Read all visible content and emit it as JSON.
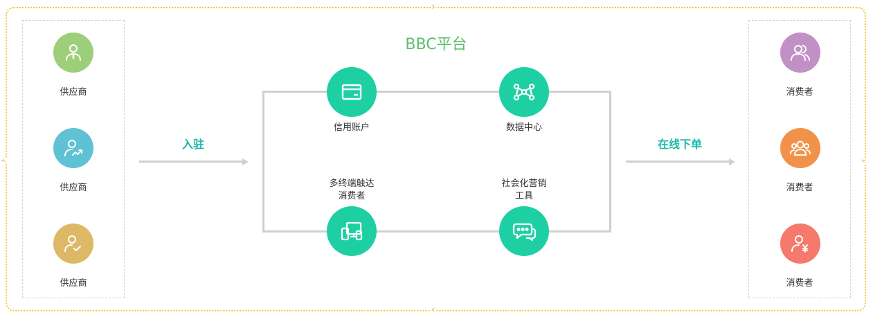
{
  "platform": {
    "title": "BBC平台"
  },
  "suppliers": [
    {
      "label": "供应商",
      "icon": "supplier-tie-icon",
      "color": "#9dcf7a"
    },
    {
      "label": "供应商",
      "icon": "supplier-chart-icon",
      "color": "#5fc2d4"
    },
    {
      "label": "供应商",
      "icon": "supplier-check-icon",
      "color": "#ddb866"
    }
  ],
  "consumers": [
    {
      "label": "消费者",
      "icon": "consumer-pair-icon",
      "color": "#c191c6"
    },
    {
      "label": "消费者",
      "icon": "consumer-group-icon",
      "color": "#f2924a"
    },
    {
      "label": "消费者",
      "icon": "consumer-yen-icon",
      "color": "#f57a6b"
    }
  ],
  "flow": {
    "enter": "入驻",
    "order": "在线下单"
  },
  "features": [
    {
      "label": "信用账户",
      "icon": "credit-card-icon"
    },
    {
      "label": "数据中心",
      "icon": "data-network-icon"
    },
    {
      "label_line1": "多终端触达",
      "label_line2": "消费者",
      "icon": "multi-device-icon"
    },
    {
      "label_line1": "社会化营销",
      "label_line2": "工具",
      "icon": "chat-bubble-icon"
    }
  ],
  "colors": {
    "feature": "#1fcfa4",
    "title": "#5bbd6c",
    "flow_text": "#1db8a9",
    "border": "#f5c242"
  }
}
